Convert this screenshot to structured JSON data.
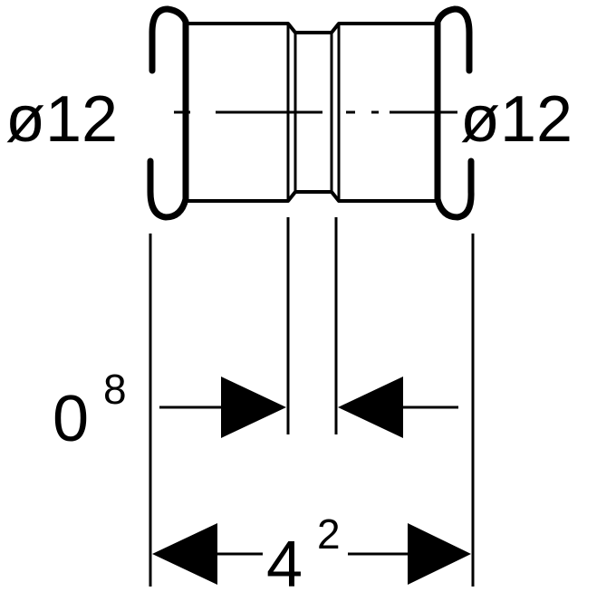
{
  "labels": {
    "diameter_left": "ø12",
    "diameter_right": "ø12",
    "inner_gap_base": "0",
    "inner_gap_sup": "8",
    "overall_length_base": "4",
    "overall_length_sup": "2"
  },
  "colors": {
    "line": "#000000",
    "background": "#ffffff"
  }
}
